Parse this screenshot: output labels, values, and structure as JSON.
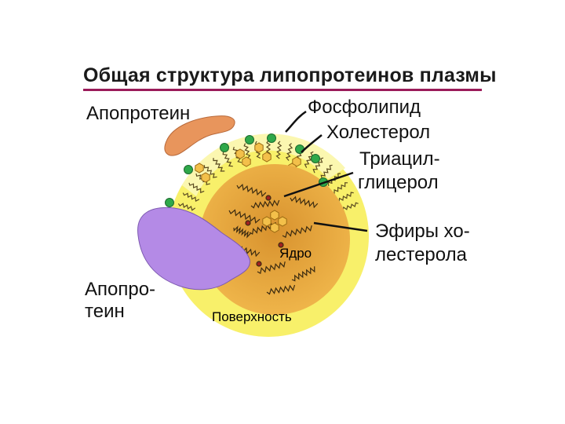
{
  "title": "Общая структура липопротеинов плазмы",
  "labels": {
    "apoprotein_top": "Апопротеин",
    "phospholipid": "Фосфолипид",
    "cholesterol": "Холестерол",
    "triacylglycerol_1": "Триацил-",
    "triacylglycerol_2": "глицерол",
    "cholesterol_esters_1": "Эфиры хо-",
    "cholesterol_esters_2": "лестерола",
    "core": "Ядро",
    "apoprotein_left_1": "Апопро-",
    "apoprotein_left_2": "теин",
    "surface": "Поверхность"
  },
  "colors": {
    "title_rule": "#9b1b5a",
    "surface_layer": "#f8f06a",
    "surface_layer_pale": "#fbf7b0",
    "core_outer": "#efb54a",
    "core_inner": "#d8922e",
    "apoprotein_top": "#e8955c",
    "apoprotein_left": "#b48ae6",
    "phospholipid_head": "#2fa84a",
    "cholesterol_ring": "#f3c04a",
    "lines": "#111111"
  }
}
